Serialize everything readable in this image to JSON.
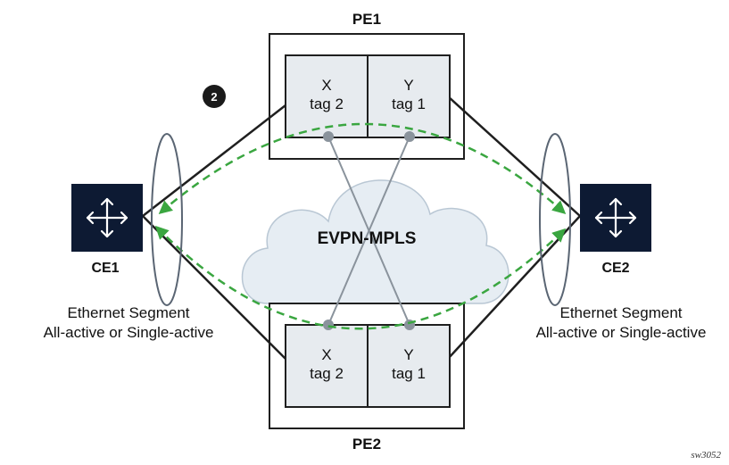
{
  "diagram": {
    "step_number": "2",
    "cloud_label": "EVPN-MPLS",
    "pe1": {
      "label": "PE1",
      "port_left": {
        "name": "X",
        "tag": "tag 2"
      },
      "port_right": {
        "name": "Y",
        "tag": "tag 1"
      }
    },
    "pe2": {
      "label": "PE2",
      "port_left": {
        "name": "X",
        "tag": "tag 2"
      },
      "port_right": {
        "name": "Y",
        "tag": "tag 1"
      }
    },
    "ce1": {
      "label": "CE1",
      "segment_line1": "Ethernet Segment",
      "segment_line2": "All-active or Single-active",
      "icon": "router-arrows-icon"
    },
    "ce2": {
      "label": "CE2",
      "segment_line1": "Ethernet Segment",
      "segment_line2": "All-active or Single-active",
      "icon": "router-arrows-icon"
    },
    "figure_id": "sw3052",
    "colors": {
      "router_fill": "#0d1a33",
      "cloud_fill": "#e6edf3",
      "cloud_stroke": "#b9c7d4",
      "port_fill": "#e7ebef",
      "flow_green": "#3aa640",
      "badge_fill": "#1a1a1a"
    }
  }
}
